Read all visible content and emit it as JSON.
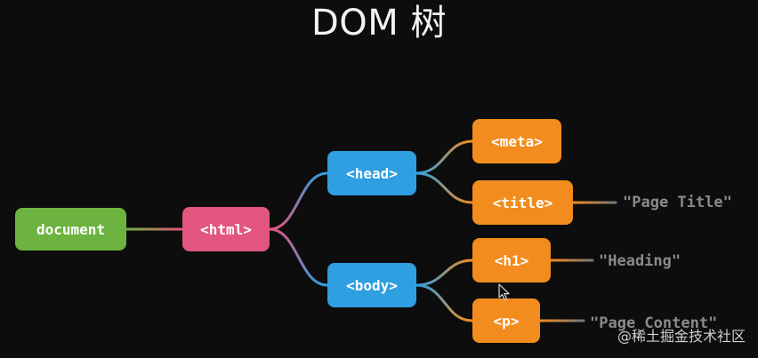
{
  "title": "DOM 树",
  "colors": {
    "document": "#6db33f",
    "html": "#e2557e",
    "head": "#2e9fe0",
    "body": "#2e9fe0",
    "leaf": "#f28c1e",
    "text_node": "#8a8a8a",
    "background": "#0d0d0d"
  },
  "nodes": {
    "document": "document",
    "html": "<html>",
    "head": "<head>",
    "body": "<body>",
    "meta": "<meta>",
    "title_tag": "<title>",
    "h1": "<h1>",
    "p": "<p>"
  },
  "text_nodes": {
    "page_title": "\"Page Title\"",
    "heading": "\"Heading\"",
    "page_content": "\"Page Content\""
  },
  "edges": [
    {
      "from": "document",
      "to": "html"
    },
    {
      "from": "html",
      "to": "head"
    },
    {
      "from": "html",
      "to": "body"
    },
    {
      "from": "head",
      "to": "meta"
    },
    {
      "from": "head",
      "to": "title_tag"
    },
    {
      "from": "body",
      "to": "h1"
    },
    {
      "from": "body",
      "to": "p"
    },
    {
      "from": "title_tag",
      "to": "page_title"
    },
    {
      "from": "h1",
      "to": "heading"
    },
    {
      "from": "p",
      "to": "page_content"
    }
  ],
  "cursor_icon": "arrow-cursor-icon",
  "watermark": "@稀土掘金技术社区"
}
